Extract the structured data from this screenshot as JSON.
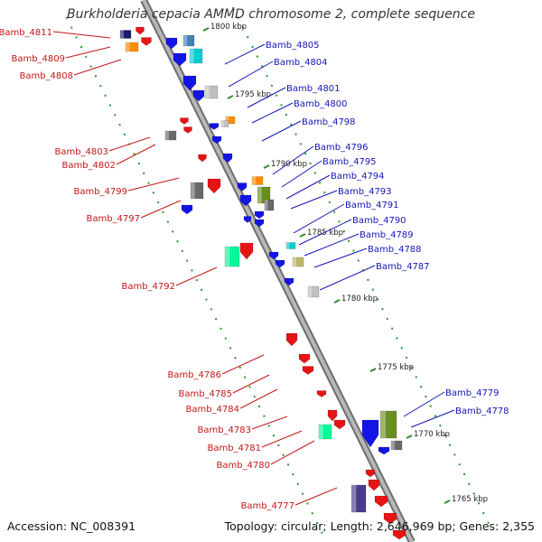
{
  "title": "Burkholderia cepacia AMMD chromosome 2, complete sequence",
  "footer": {
    "accession": "Accession: NC_008391",
    "summary": "Topology: circular; Length: 2,646,969 bp; Genes: 2,355"
  },
  "colors": {
    "backbone": "#909090",
    "forward_label": "#1515b5",
    "reverse_label": "#c21818",
    "forward_gene": "#1414e6",
    "reverse_gene": "#e61414",
    "tick": "#2e8b2e",
    "dot": "#2a9a2a"
  },
  "scale_labels": [
    "1800 kbp",
    "1795 kbp",
    "1790 kbp",
    "1785 kbp",
    "1780 kbp",
    "1775 kbp",
    "1770 kbp",
    "1765 kbp"
  ],
  "forward_labels": [
    "Bamb_4805",
    "Bamb_4804",
    "Bamb_4801",
    "Bamb_4800",
    "Bamb_4798",
    "Bamb_4796",
    "Bamb_4795",
    "Bamb_4794",
    "Bamb_4793",
    "Bamb_4791",
    "Bamb_4790",
    "Bamb_4789",
    "Bamb_4788",
    "Bamb_4787",
    "Bamb_4779",
    "Bamb_4778"
  ],
  "reverse_labels": [
    "Bamb_4811",
    "Bamb_4809",
    "Bamb_4808",
    "Bamb_4803",
    "Bamb_4802",
    "Bamb_4799",
    "Bamb_4797",
    "Bamb_4792",
    "Bamb_4786",
    "Bamb_4785",
    "Bamb_4784",
    "Bamb_4783",
    "Bamb_4781",
    "Bamb_4780",
    "Bamb_4777"
  ]
}
